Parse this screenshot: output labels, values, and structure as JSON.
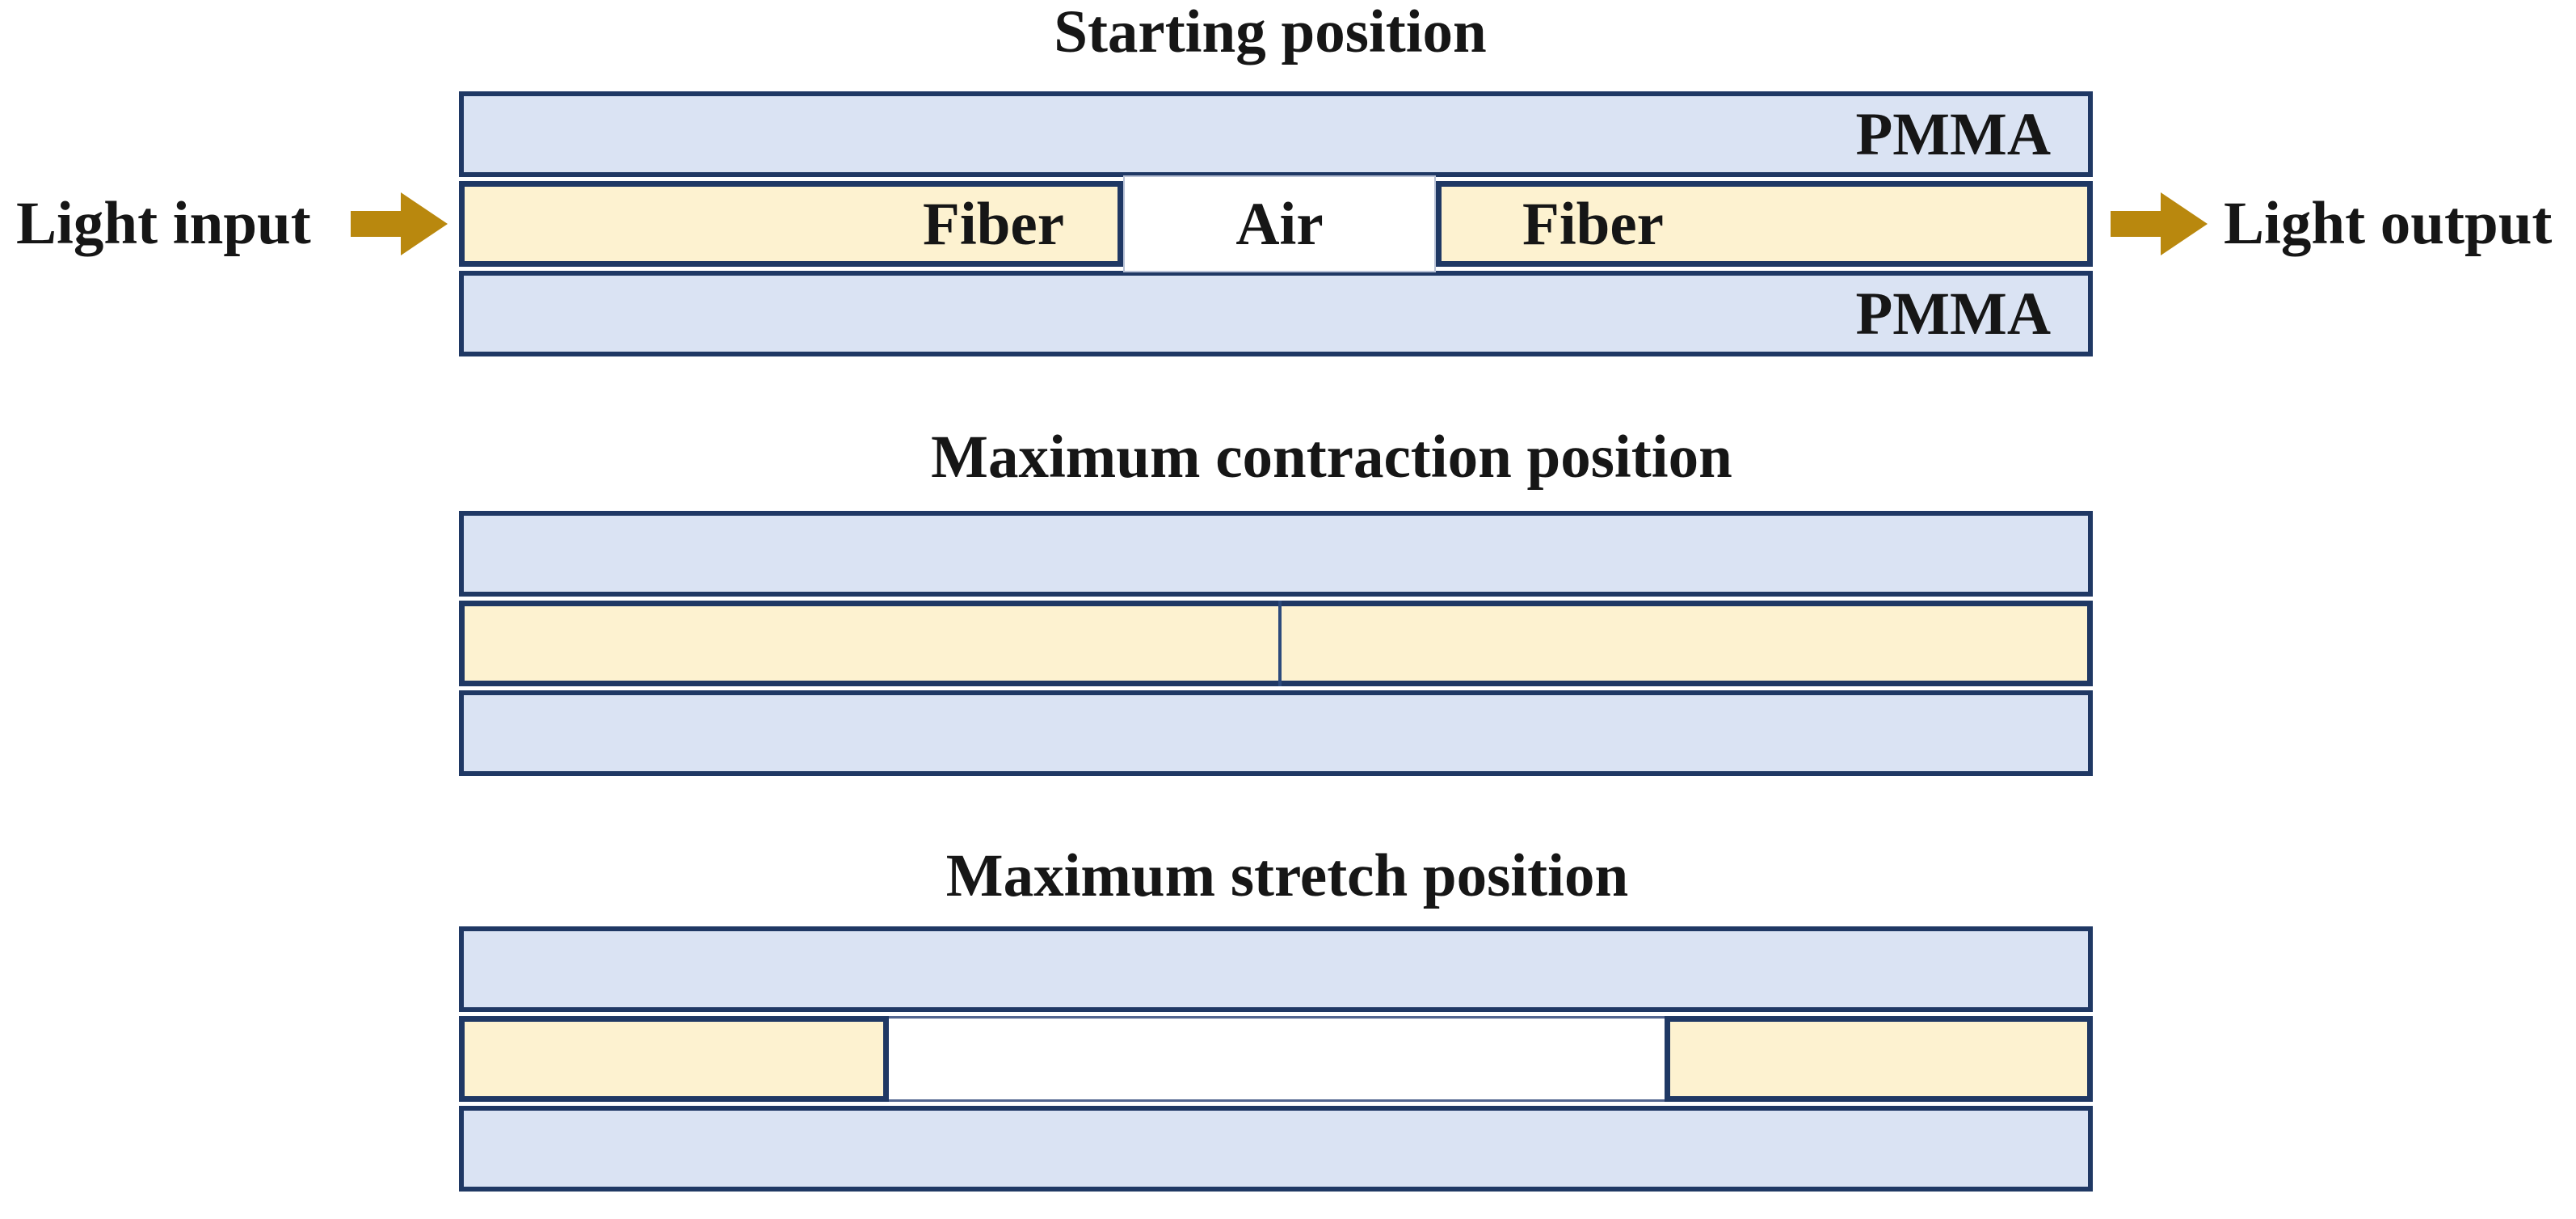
{
  "sections": {
    "starting": {
      "title": "Starting position"
    },
    "contraction": {
      "title": "Maximum contraction position"
    },
    "stretch": {
      "title": "Maximum stretch position"
    }
  },
  "annotations": {
    "light_input": "Light input",
    "light_output": "Light output"
  },
  "layers": {
    "pmma_top": "PMMA",
    "pmma_bottom": "PMMA",
    "fiber_left": "Fiber",
    "fiber_right": "Fiber",
    "air": "Air"
  },
  "colors": {
    "pmma_fill": "#dae3f3",
    "fiber_fill": "#fdf2d0",
    "air_fill": "#ffffff",
    "layer_border": "#1f3864",
    "air_border": "#b9c2d6",
    "arrow": "#b9880e",
    "divider": "#2c4a7c",
    "hairline": "#52658f",
    "text": "#161616",
    "background": "#ffffff"
  }
}
